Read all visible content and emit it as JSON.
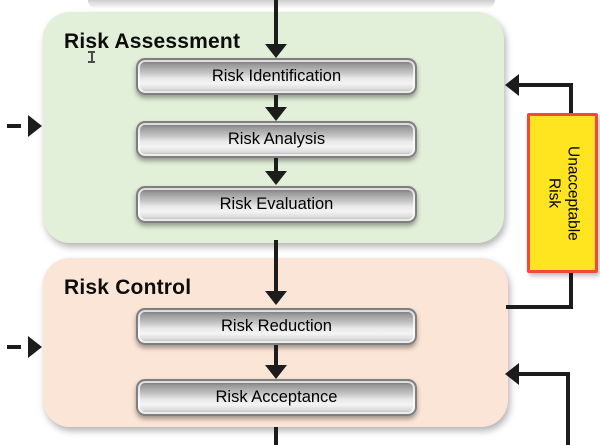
{
  "flow": {
    "assessment": {
      "title": "Risk Assessment",
      "steps": [
        "Risk Identification",
        "Risk Analysis",
        "Risk Evaluation"
      ],
      "bg_color": "#E2EFD9"
    },
    "control": {
      "title": "Risk Control",
      "steps": [
        "Risk Reduction",
        "Risk Acceptance"
      ],
      "bg_color": "#FBE5D6"
    },
    "feedback": {
      "label": "Unacceptable Risk",
      "lines": [
        "Unacceptable",
        "Risk"
      ],
      "bg_color": "#FFE51F",
      "border_color": "#F2493D"
    },
    "arrow_color": "#1C1C1C",
    "node_style_colors": {
      "pill_border": "#7F7F7F",
      "pill_light": "#F4F4F4",
      "pill_dark": "#6D6D6D"
    }
  }
}
